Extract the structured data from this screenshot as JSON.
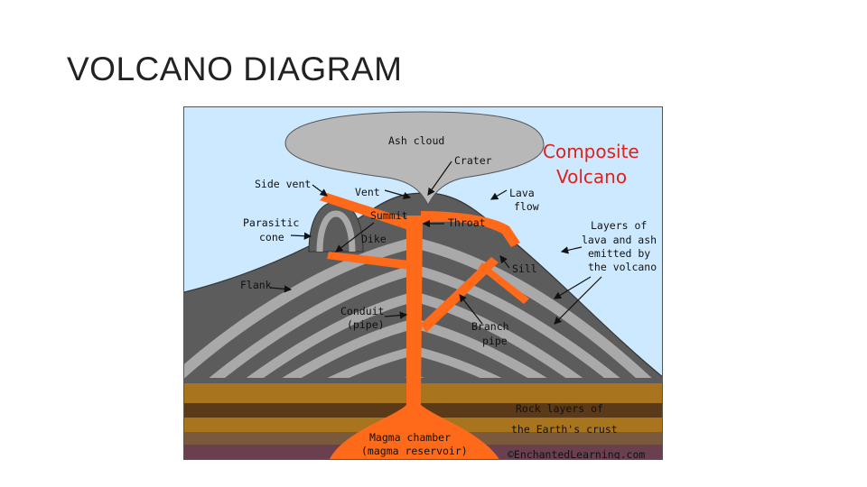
{
  "slide": {
    "title": "VOLCANO DIAGRAM"
  },
  "diagram": {
    "heading_line1": "Composite",
    "heading_line2": "Volcano",
    "colors": {
      "sky": "#cde9ff",
      "ash": "#b8b8b8",
      "layer_dark": "#5c5c5c",
      "layer_light": "#a9a9a9",
      "magma": "#ff6a1a",
      "heading": "#e0201a",
      "earth_top": "#a8741e",
      "earth_mid": "#5b3a1a",
      "earth_low": "#7a5a3a",
      "earth_bottom": "#6a4050"
    },
    "labels": {
      "ash_cloud": "Ash cloud",
      "crater": "Crater",
      "side_vent": "Side vent",
      "vent": "Vent",
      "lava_flow_1": "Lava",
      "lava_flow_2": "flow",
      "summit": "Summit",
      "parasitic_cone_1": "Parasitic",
      "parasitic_cone_2": "cone",
      "throat": "Throat",
      "layers_1": "Layers of",
      "layers_2": "lava and ash",
      "layers_3": "emitted by",
      "layers_4": "the volcano",
      "dike": "Dike",
      "sill": "Sill",
      "flank": "Flank",
      "conduit_1": "Conduit",
      "conduit_2": "(pipe)",
      "branch_pipe_1": "Branch",
      "branch_pipe_2": "pipe",
      "rock_layers_1": "Rock layers of",
      "rock_layers_2": "the Earth's crust",
      "magma_chamber_1": "Magma chamber",
      "magma_chamber_2": "(magma reservoir)",
      "copyright": "©EnchantedLearning.com"
    }
  }
}
